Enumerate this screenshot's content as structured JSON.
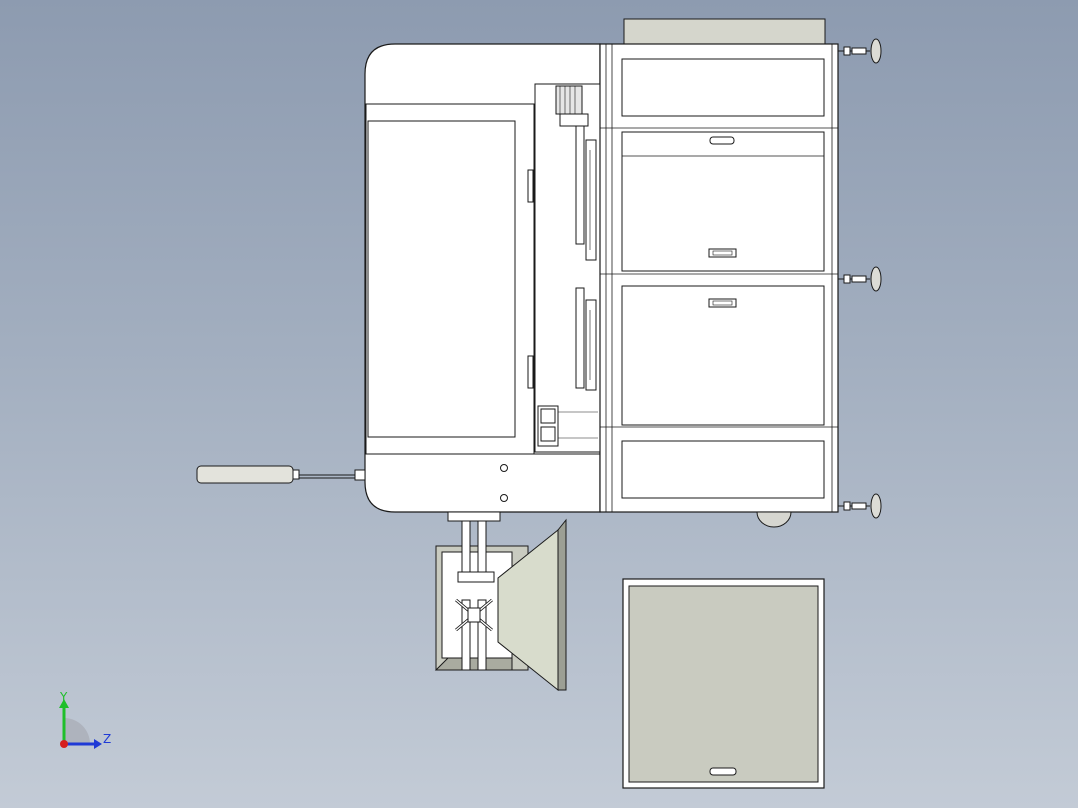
{
  "view": {
    "background_top": "#8d9bb0",
    "background_bottom": "#c3cbd6",
    "line_color": "#1a1a1a",
    "panel_fill": "#ffffff",
    "tray_fill": "#c9cbc0",
    "accent_fill": "#d8dccc"
  },
  "triad": {
    "y_label": "Y",
    "z_label": "Z",
    "y_color": "#1fbf2a",
    "z_color": "#1f3ad6",
    "x_color": "#d61f1f"
  },
  "parts": {
    "main_cabinet": "main-cabinet",
    "side_tray": "removable-tray",
    "hopper": "hopper-funnel",
    "handle": "side-handle",
    "leveling_feet": 3,
    "drawers": 4
  }
}
